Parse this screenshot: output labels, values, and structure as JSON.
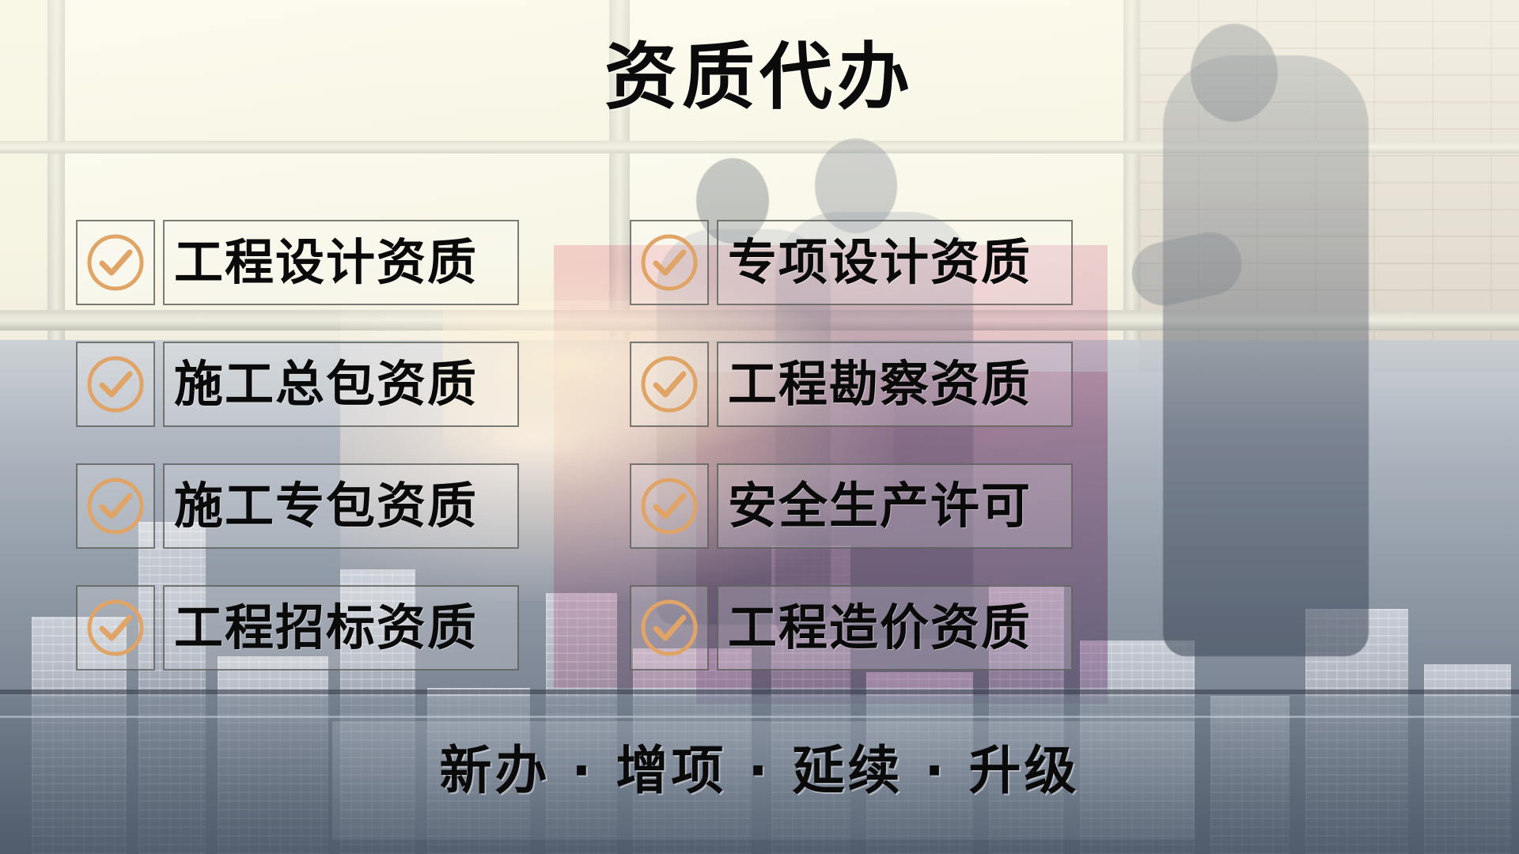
{
  "page": {
    "title": "资质代办",
    "accent_color": "#e0a467",
    "text_color": "#0a0a0a",
    "border_color": "#5a5c58"
  },
  "items": [
    {
      "icon": "check-circle-icon",
      "label": "工程设计资质"
    },
    {
      "icon": "check-circle-icon",
      "label": "专项设计资质"
    },
    {
      "icon": "check-circle-icon",
      "label": "施工总包资质"
    },
    {
      "icon": "check-circle-icon",
      "label": "工程勘察资质"
    },
    {
      "icon": "check-circle-icon",
      "label": "施工专包资质"
    },
    {
      "icon": "check-circle-icon",
      "label": "安全生产许可"
    },
    {
      "icon": "check-circle-icon",
      "label": "工程招标资质"
    },
    {
      "icon": "check-circle-icon",
      "label": "工程造价资质"
    }
  ],
  "footer": {
    "text": "新办 · 增项 · 延续 · 升级",
    "parts": [
      "新办",
      "增项",
      "延续",
      "升级"
    ],
    "separator": "·"
  }
}
